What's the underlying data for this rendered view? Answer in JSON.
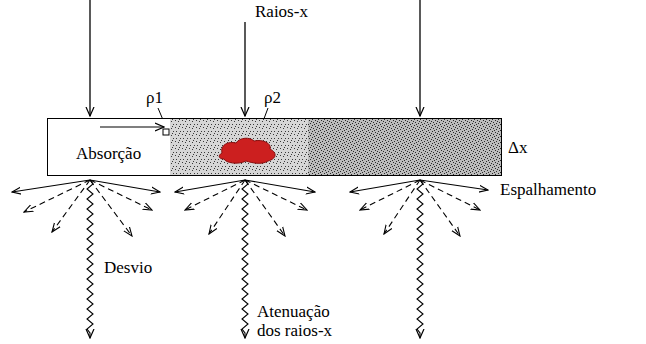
{
  "diagram": {
    "nodes": [
      {
        "text": [
          "Absorção"
        ]
      }
    ],
    "labels": [
      "Raios-x",
      "ρ1",
      "ρ2",
      "Δx",
      "Espalhamento",
      "Desvio",
      "Atenuação dos raios-x"
    ]
  }
}
